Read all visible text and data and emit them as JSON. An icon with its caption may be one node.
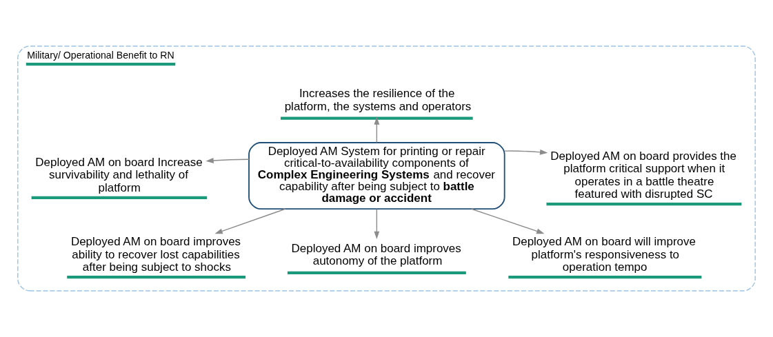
{
  "diagram": {
    "nodes": [
      {
        "text": [
          "Military/ Operational Benefit to RN"
        ]
      },
      {
        "text": [
          "Deployed AM System for printing or repair critical-to-availability components of **Complex Engineering Systems** and recover capability after being subject to **battle damage or accident**"
        ],
        "in": 0
      },
      {
        "text": [
          "Increases the resilience of the platform, the systems and operators"
        ],
        "in": 0
      },
      {
        "text": [
          "Deployed AM on board Increase survivability and lethality of platform"
        ],
        "in": 0
      },
      {
        "text": [
          "Deployed AM on board provides the platform critical support when it operates in a battle theatre featured with disrupted SC"
        ],
        "in": 0
      },
      {
        "text": [
          "Deployed AM on board improves ability to recover lost capabilities after being subject to shocks"
        ],
        "in": 0
      },
      {
        "text": [
          "Deployed AM on board will improve platform's responsiveness to operation tempo"
        ],
        "in": 0
      },
      {
        "text": [
          "Deployed AM on board improves autonomy of the platform"
        ],
        "in": 0
      }
    ],
    "edges": [
      {
        "from": 1,
        "to": 2,
        "arrow": "to"
      },
      {
        "from": 1,
        "to": 3,
        "arrow": "to"
      },
      {
        "from": 1,
        "to": 4,
        "arrow": "to"
      },
      {
        "from": 1,
        "to": 5,
        "arrow": "to"
      },
      {
        "from": 1,
        "to": 6,
        "arrow": "to"
      },
      {
        "from": 1,
        "to": 7,
        "arrow": "to"
      }
    ]
  }
}
